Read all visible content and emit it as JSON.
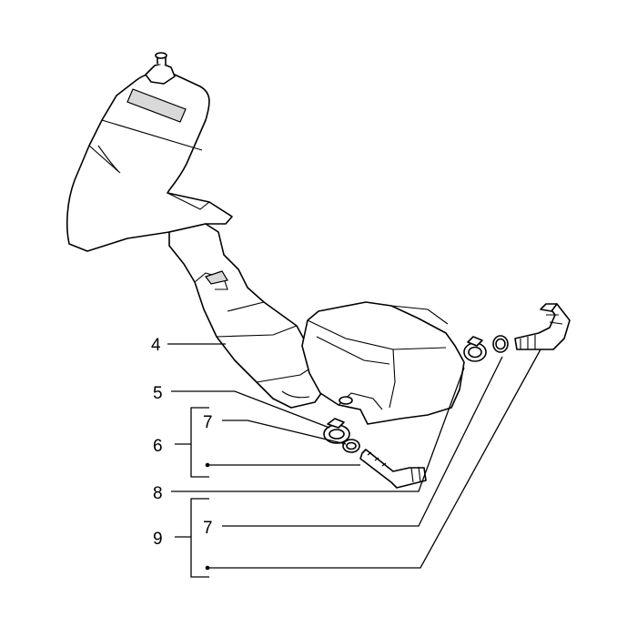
{
  "labels": {
    "item_4": "4",
    "item_5": "5",
    "item_6": "6",
    "item_7_upper": "7",
    "item_8": "8",
    "item_9": "9",
    "item_7_lower": "7"
  }
}
